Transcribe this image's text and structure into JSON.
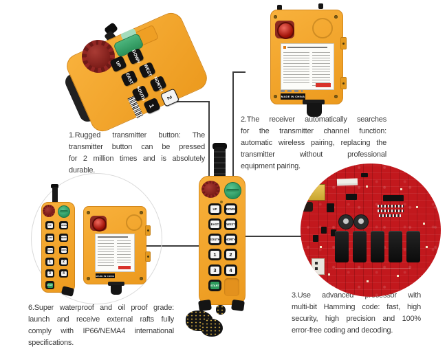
{
  "captions": {
    "c1": {
      "lines": [
        "1.Rugged transmitter button: The",
        "transmitter button can be pressed",
        "for 2 million times and is absolutely",
        "durable."
      ]
    },
    "c2": {
      "lines": [
        "2.The receiver automatically searches",
        "for the transmitter channel function:",
        "automatic wireless pairing, replacing the",
        "transmitter without professional",
        "equipment pairing."
      ]
    },
    "c3": {
      "lines": [
        "3.Use advanced processor with",
        "multi-bit Hamming code: fast, high",
        "security, high precision and 100%",
        "error-free coding and decoding."
      ]
    },
    "c6": {
      "lines": [
        "6.Super waterproof and oil proof grade:",
        "launch and receive external rafts fully",
        "comply with IP66/NEMA4 international",
        "specifications."
      ]
    }
  },
  "devices": {
    "angled_transmitter": {
      "buttons": [
        "UP",
        "DOWN",
        "EAST",
        "WEST",
        "SOUTH",
        "NORTH",
        "1",
        "2"
      ]
    },
    "tall_transmitter": {
      "buttons": [
        "UP",
        "DOWN",
        "EAST",
        "WEST",
        "SOUTH",
        "NORTH",
        "1",
        "2",
        "3",
        "4"
      ],
      "start_button": "START"
    },
    "mini_transmitter": {
      "buttons": [
        "UP",
        "DOWN",
        "EAST",
        "WEST",
        "SOUTH",
        "NORTH",
        "1",
        "2",
        "3",
        "4"
      ],
      "start_button": "START"
    },
    "receiver": {
      "made_in": "MADE IN CHINA"
    },
    "mini_receiver": {
      "made_in": "MADE IN CHINA"
    }
  },
  "colors": {
    "body_orange": "#F2A12C",
    "estop_red": "#8E2420",
    "switch_green": "#2FA468",
    "pcb_red": "#C2181D",
    "caption_text": "#3B3B3B",
    "connector_line": "#3B3B3B"
  }
}
